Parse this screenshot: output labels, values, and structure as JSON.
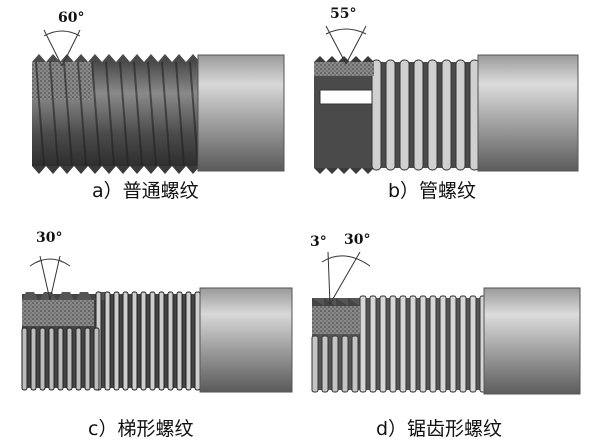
{
  "panels": [
    {
      "id": "a",
      "caption": "a）普通螺纹",
      "angle": "60°"
    },
    {
      "id": "b",
      "caption": "b）管螺纹",
      "angle": "55°"
    },
    {
      "id": "c",
      "caption": "c）梯形螺纹",
      "angle": "30°"
    },
    {
      "id": "d",
      "caption": "d）锯齿形螺纹",
      "angle_left": "3°",
      "angle_right": "30°"
    }
  ],
  "colors": {
    "thread_dark": "#3c3c3c",
    "thread_light": "#8a8a8a",
    "cylinder_light": "#c8c8c8",
    "cylinder_dark": "#6e6e6e",
    "section_hatch": "#555555"
  }
}
